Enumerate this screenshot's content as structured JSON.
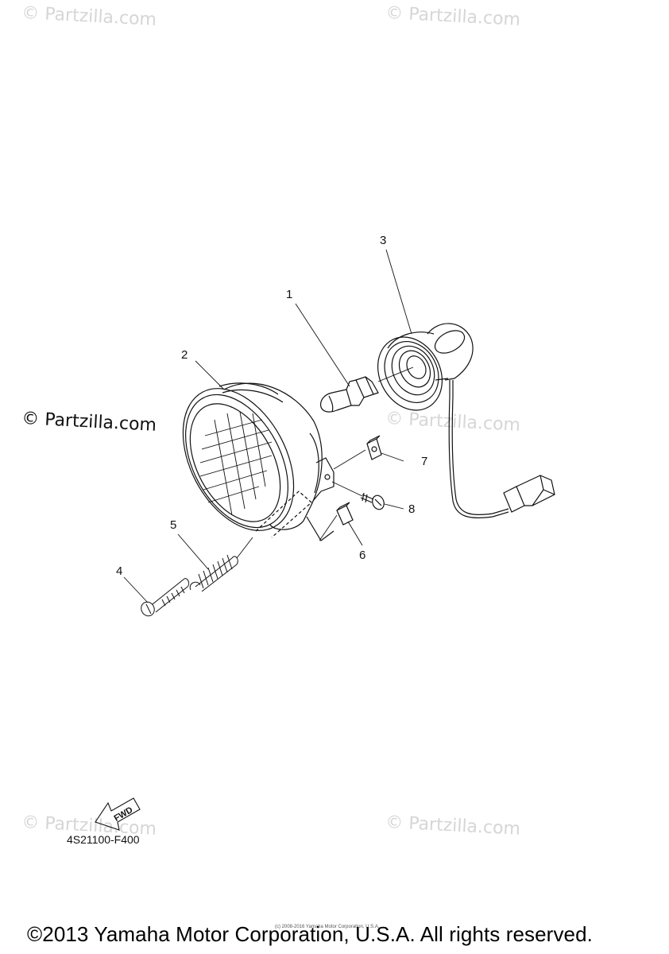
{
  "watermark": {
    "text": "© Partzilla.com"
  },
  "callouts": {
    "c1": "1",
    "c2": "2",
    "c3": "3",
    "c4": "4",
    "c5": "5",
    "c6": "6",
    "c7": "7",
    "c8": "8"
  },
  "direction_marker": {
    "label": "FWD"
  },
  "diagram_code": "4S21100-F400",
  "fine_print": "(c) 2008-2016 Yamaha Motor Corporation, U.S.A.",
  "copyright": "©2013 Yamaha Motor Corporation, U.S.A. All rights reserved."
}
